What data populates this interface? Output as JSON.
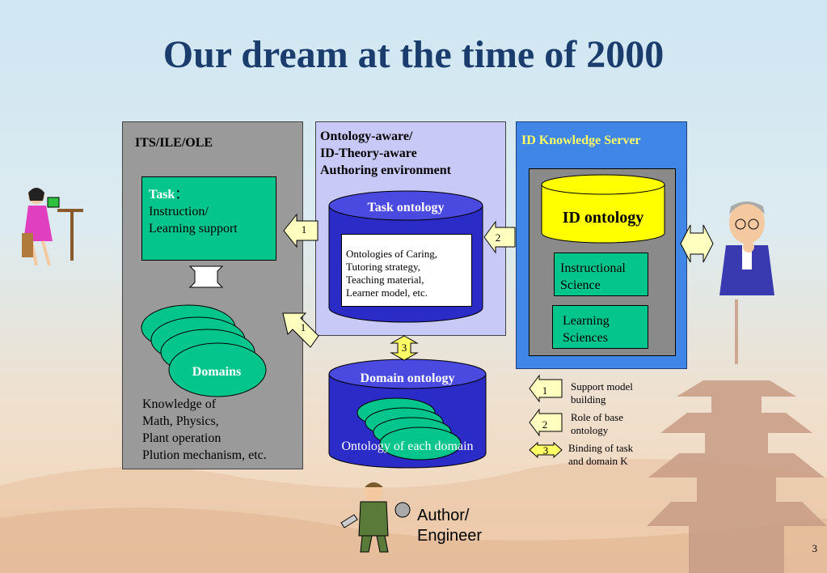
{
  "slide": {
    "title": "Our dream at the time of 2000",
    "page_number": "3"
  },
  "left_panel": {
    "header": "ITS/ILE/OLE",
    "task_label": "Task",
    "task_colon": "：",
    "task_line1": "Instruction/",
    "task_line2": "Learning support",
    "domains_label": "Domains",
    "knowledge": [
      "Knowledge of",
      "Math, Physics,",
      "Plant operation",
      "Plution mechanism, etc."
    ]
  },
  "mid_panel": {
    "header": [
      "Ontology-aware/",
      "ID-Theory-aware",
      "Authoring environment"
    ],
    "task_ontology": "Task ontology",
    "ontologies": [
      "Ontologies of Caring,",
      "Tutoring strategy,",
      "Teaching material,",
      "Learner model, etc."
    ]
  },
  "right_panel": {
    "header": "ID Knowledge Server",
    "id_ontology": "ID ontology",
    "instructional": [
      "Instructional",
      "Science"
    ],
    "learning": [
      "Learning",
      "Sciences"
    ]
  },
  "domain_ontology": {
    "title": "Domain ontology",
    "caption": "Ontology of each domain"
  },
  "arrows": {
    "n1": "1",
    "n2": "2",
    "n3": "3"
  },
  "legend": [
    {
      "num": "1",
      "text": [
        "Support model",
        "building"
      ]
    },
    {
      "num": "2",
      "text": [
        "Role of base",
        "ontology"
      ]
    },
    {
      "num": "3",
      "text": [
        "Binding of task",
        "and domain K"
      ]
    }
  ],
  "author": [
    "Author/",
    "Engineer"
  ],
  "colors": {
    "title": "#1a3d6e",
    "green": "#04c58c",
    "blue_panel": "#3f86e6",
    "mid_panel": "#c9c9f7",
    "gray_panel": "#9a9a9a",
    "cylinder": "#2b2bc8",
    "arrow_fill": "#ffffc0",
    "id_ontology": "#ffff00"
  }
}
